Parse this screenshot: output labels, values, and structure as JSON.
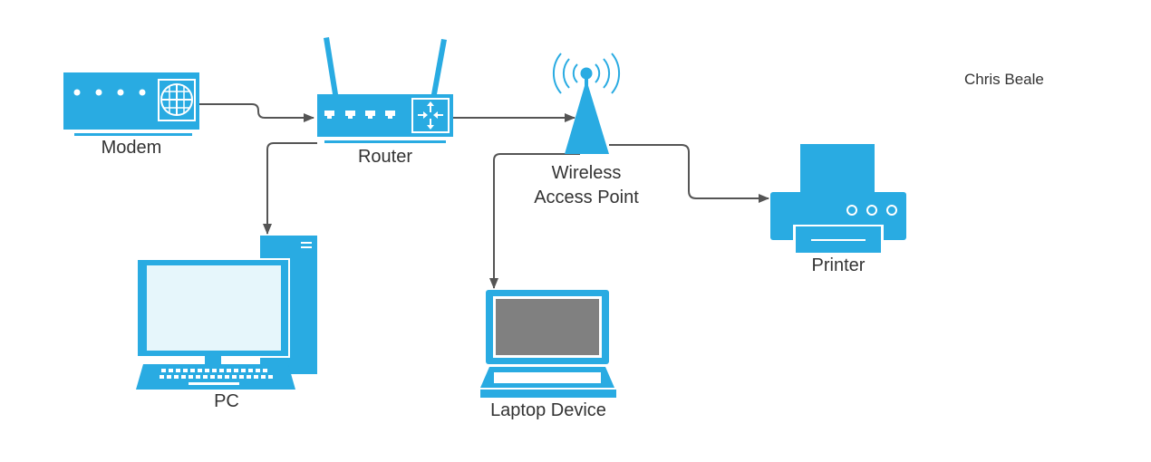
{
  "author": "Chris Beale",
  "colors": {
    "device": "#29abe2",
    "device_light": "#e6f6fb",
    "screen_laptop": "#808080",
    "connector": "#555555",
    "text": "#333333"
  },
  "nodes": {
    "modem": {
      "label": "Modem",
      "icon": "modem-icon"
    },
    "router": {
      "label": "Router",
      "icon": "router-icon"
    },
    "access_point": {
      "label_line1": "Wireless",
      "label_line2": "Access Point",
      "icon": "access-point-icon"
    },
    "printer": {
      "label": "Printer",
      "icon": "printer-icon"
    },
    "pc": {
      "label": "PC",
      "icon": "desktop-pc-icon"
    },
    "laptop": {
      "label": "Laptop Device",
      "icon": "laptop-icon"
    }
  },
  "connections": [
    {
      "from": "Modem",
      "to": "Router"
    },
    {
      "from": "Router",
      "to": "Wireless Access Point"
    },
    {
      "from": "Router",
      "to": "PC"
    },
    {
      "from": "Wireless Access Point",
      "to": "Laptop Device"
    },
    {
      "from": "Wireless Access Point",
      "to": "Printer"
    }
  ]
}
